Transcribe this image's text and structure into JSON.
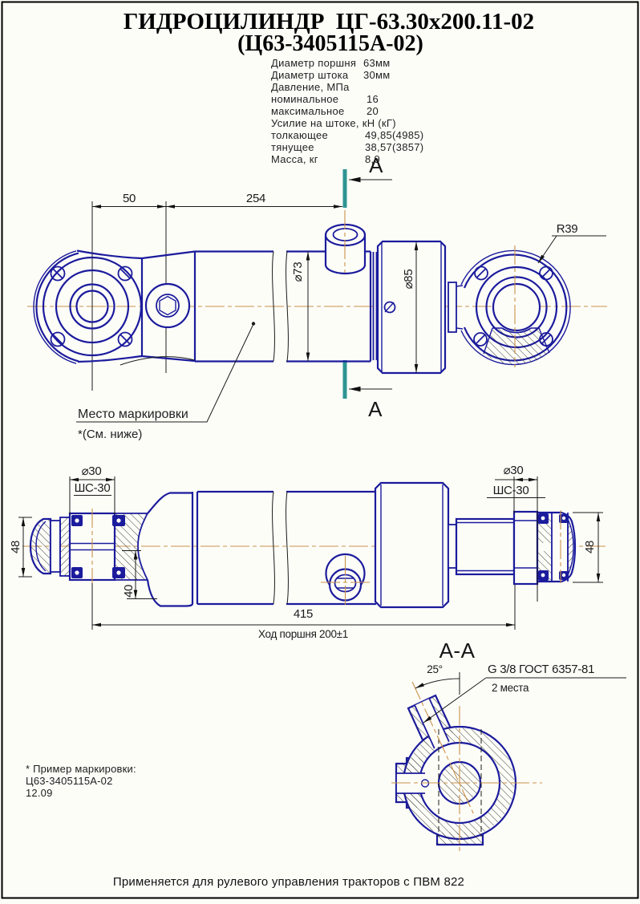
{
  "header": {
    "title_line1": "ГИДРОЦИЛИНДР  ЦГ-63.30х200.11-02",
    "title_line2": "(Ц63-3405115А-02)"
  },
  "specs": {
    "rows": [
      {
        "label": "Диаметр поршня",
        "value": "63мм"
      },
      {
        "label": "Диаметр штока",
        "value": "30мм"
      },
      {
        "label": "Давление, МПа",
        "value": ""
      },
      {
        "label": "номинальное",
        "value": "16"
      },
      {
        "label": "максимальное",
        "value": "20"
      },
      {
        "label": "Усилие на штоке, кН (кГ)",
        "value": ""
      },
      {
        "label": "толкающее",
        "value": "49,85(4985)"
      },
      {
        "label": "тянущее",
        "value": "38,57(3857)"
      },
      {
        "label": "Масса, кг",
        "value": "8,9"
      }
    ]
  },
  "top_view": {
    "dim_50": "50",
    "dim_254": "254",
    "dim_dia73": "⌀73",
    "dim_dia85": "⌀85",
    "dim_r39": "R39",
    "section_letter_top": "А",
    "section_letter_bottom": "А",
    "marking_label": "Место маркировки",
    "marking_note": "*(См. ниже)"
  },
  "middle_view": {
    "left_dia30": "⌀30",
    "left_bearing": "ШС-30",
    "right_dia30": "⌀30",
    "right_bearing": "ШС-30",
    "dim_48_left": "48",
    "dim_48_right": "48",
    "dim_40": "40",
    "dim_415": "415",
    "stroke_label": "Ход поршня 200±1"
  },
  "section_view": {
    "title": "А-А",
    "angle": "25°",
    "thread_note": "G 3/8 ГОСТ 6357-81",
    "places_note": "2 места"
  },
  "marking_example": {
    "line1": "* Пример маркировки:",
    "line2": "Ц63-3405115А-02",
    "line3": "12.09"
  },
  "footer": {
    "note": "Применяется для рулевого управления тракторов с ПВМ 822"
  },
  "colors": {
    "line_blue": "#1b1b9d",
    "centerline_orange": "#c9914a",
    "section_teal": "#2e9494",
    "ink": "#1a1a1a"
  }
}
